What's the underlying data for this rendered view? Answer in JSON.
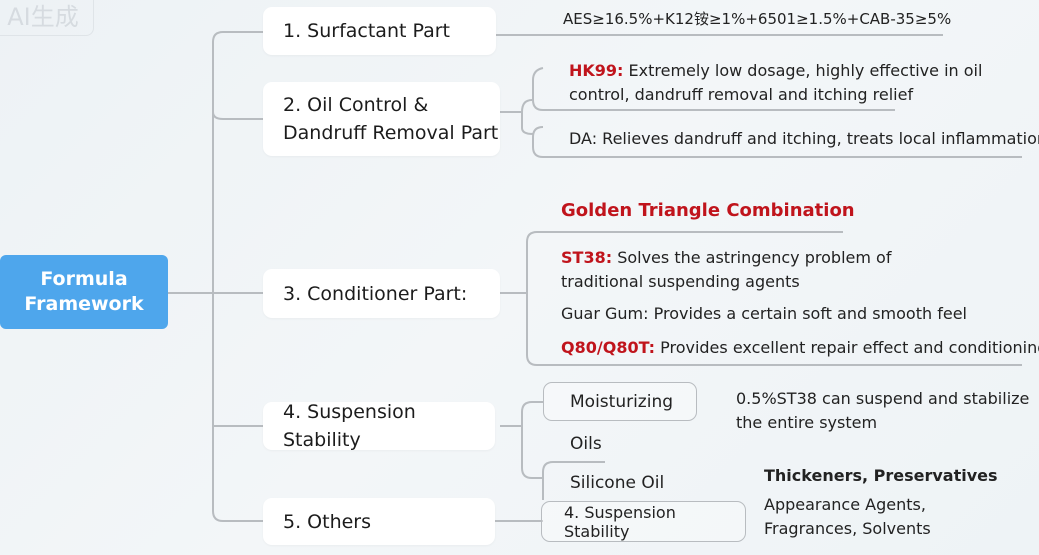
{
  "watermark": "AI生成",
  "colors": {
    "root": "#4ea6ec",
    "highlight": "#c0141c",
    "connector": "#b8bcc0"
  },
  "root": {
    "label_line1": "Formula",
    "label_line2": "Framework"
  },
  "branches": [
    {
      "label": "1. Surfactant Part",
      "detail": "AES≥16.5%+K12铵≥1%+6501≥1.5%+CAB-35≥5%"
    },
    {
      "label_line1": "2. Oil Control &",
      "label_line2": "Dandruff Removal Part",
      "items": [
        {
          "key": "HK99:",
          "line1": " Extremely low dosage, highly effective in oil",
          "line2": "control, dandruff removal and itching relief"
        },
        {
          "text": "DA: Relieves dandruff and itching, treats local inflammation"
        }
      ]
    },
    {
      "label": "3. Conditioner Part:",
      "title": "Golden Triangle Combination",
      "items": [
        {
          "key": "ST38:",
          "line1": " Solves the astringency problem of",
          "line2": "traditional suspending agents"
        },
        {
          "text": "Guar Gum: Provides a certain soft and smooth feel"
        },
        {
          "key": "Q80/Q80T:",
          "line1": " Provides excellent repair effect and conditioning"
        }
      ]
    },
    {
      "label": "4. Suspension Stability",
      "items": [
        "Moisturizing",
        "Oils",
        "Silicone Oil"
      ],
      "note_line1": "0.5%ST38 can suspend and stabilize",
      "note_line2": "the entire system"
    },
    {
      "label": "5. Others",
      "sub_box": "4. Suspension Stability",
      "heading": "Thickeners, Preservatives",
      "line1": "Appearance Agents,",
      "line2": "Fragrances, Solvents"
    }
  ]
}
